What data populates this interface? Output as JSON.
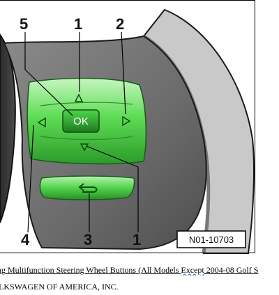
{
  "figure": {
    "callouts": {
      "top_left": "5",
      "top_mid": "1",
      "top_right": "2",
      "bottom_left": "4",
      "bottom_mid": "3",
      "bottom_right": "1"
    },
    "ok_label": "OK",
    "ref_code": "N01-10703"
  },
  "caption": {
    "part1": "ng Multifunction Steering Wheel Buttons (All Models ",
    "part2": "Except",
    "part3": " 2004-08 Golf S"
  },
  "footer": "LKSWAGEN OF AMERICA, INC.",
  "colors": {
    "button_green": "#4ad24a",
    "wheel_gray": "#6d6d6d",
    "background": "#ffffff"
  }
}
